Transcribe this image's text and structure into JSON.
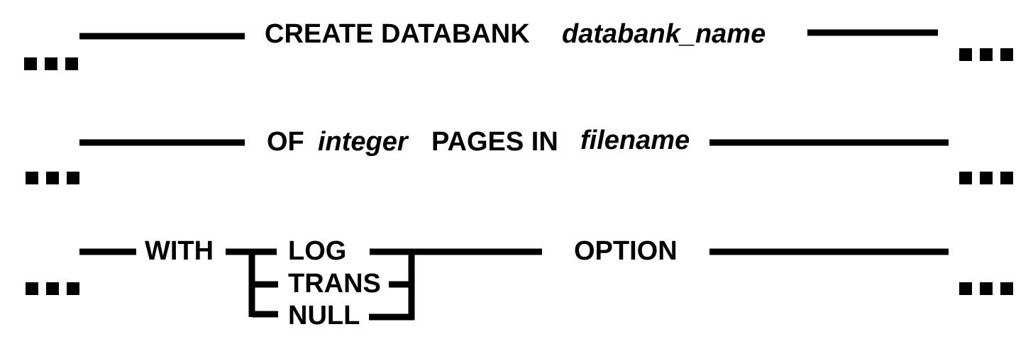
{
  "diagram": {
    "rows": [
      {
        "tokens": [
          {
            "text": "CREATE DATABANK",
            "style": "keyword"
          },
          {
            "text": "databank_name",
            "style": "argument"
          }
        ]
      },
      {
        "tokens": [
          {
            "text": "OF",
            "style": "keyword"
          },
          {
            "text": "integer",
            "style": "argument"
          },
          {
            "text": "PAGES IN",
            "style": "keyword"
          },
          {
            "text": "filename",
            "style": "argument"
          }
        ]
      },
      {
        "tokens": [
          {
            "text": "WITH",
            "style": "keyword"
          },
          {
            "text": "OPTION",
            "style": "keyword"
          }
        ],
        "choices": [
          "LOG",
          "TRANS",
          "NULL"
        ]
      }
    ]
  }
}
